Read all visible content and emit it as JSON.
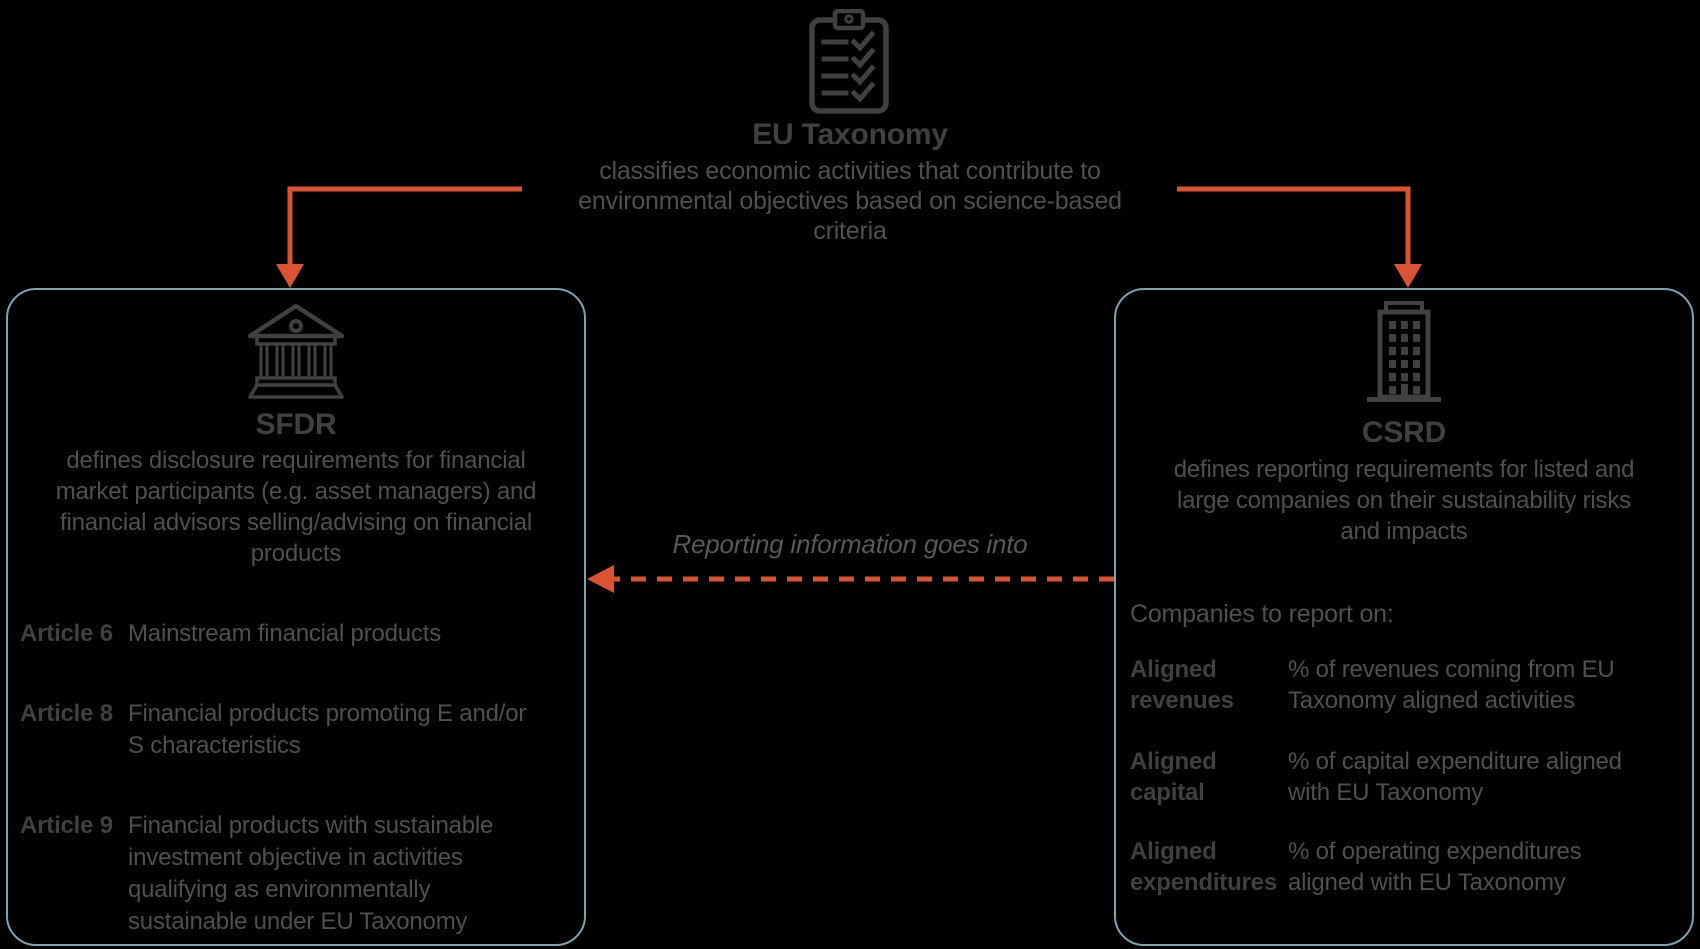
{
  "colors": {
    "background": "#000000",
    "box_border": "#7da2b2",
    "arrow": "#dc5331",
    "heading_text": "#3e4041",
    "body_text": "#4e5051",
    "connector_label_text": "#58595a"
  },
  "top": {
    "icon": "clipboard-checklist-icon",
    "title": "EU Taxonomy",
    "description": "classifies economic activities that contribute to\nenvironmental objectives based on science-based\ncriteria"
  },
  "connector": {
    "label": "Reporting information goes into"
  },
  "left_box": {
    "icon": "bank-icon",
    "title": "SFDR",
    "description": "defines disclosure requirements for financial\nmarket participants (e.g. asset managers) and\nfinancial advisors selling/advising on financial\nproducts",
    "articles": [
      {
        "label": "Article 6",
        "text": "Mainstream financial products"
      },
      {
        "label": "Article 8",
        "text": "Financial products promoting E and/or\nS characteristics"
      },
      {
        "label": "Article 9",
        "text": "Financial products with sustainable\ninvestment objective in activities\nqualifying as environmentally\nsustainable under EU Taxonomy"
      }
    ]
  },
  "right_box": {
    "icon": "office-building-icon",
    "title": "CSRD",
    "description": "defines reporting requirements for listed and\nlarge companies on their sustainability risks\nand impacts",
    "report_heading": "Companies to report on:",
    "metrics": [
      {
        "label": "Aligned\nrevenues",
        "text": "% of revenues coming from EU\nTaxonomy aligned activities"
      },
      {
        "label": "Aligned\ncapital",
        "text": "% of capital expenditure aligned\nwith EU Taxonomy"
      },
      {
        "label": "Aligned\nexpenditures",
        "text": "% of operating expenditures\naligned with EU Taxonomy"
      }
    ]
  }
}
